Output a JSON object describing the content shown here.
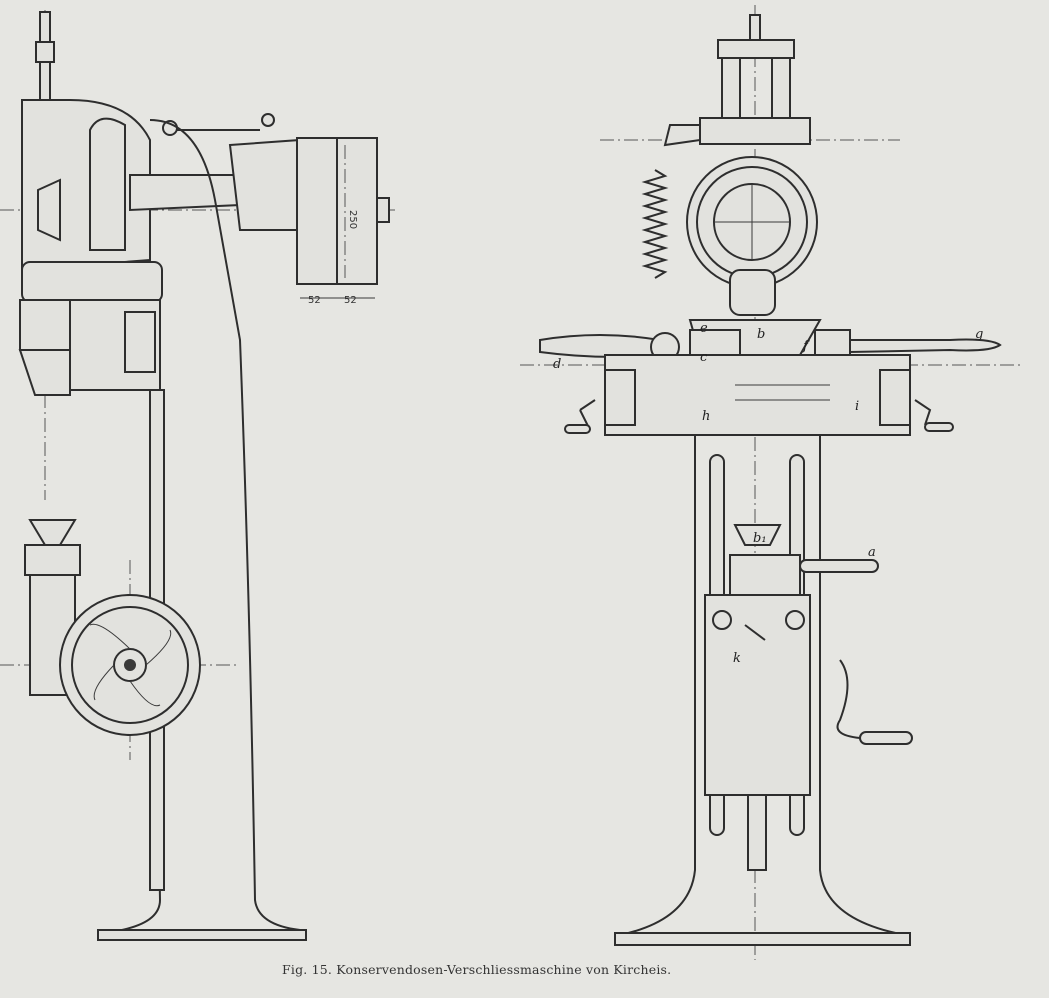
{
  "figure": {
    "caption": "Fig. 15.  Konservendosen-Verschliessmaschine von Kircheis.",
    "side_view": {
      "dimensions": {
        "height": "250",
        "width_left": "52",
        "width_right": "52"
      }
    },
    "front_view": {
      "labels": {
        "a_top": "d",
        "e_upper": "e",
        "c": "c",
        "b": "b",
        "f": "f",
        "g": "g",
        "h": "h",
        "b1": "b₁",
        "a": "a",
        "k": "k",
        "i": "i"
      }
    }
  }
}
